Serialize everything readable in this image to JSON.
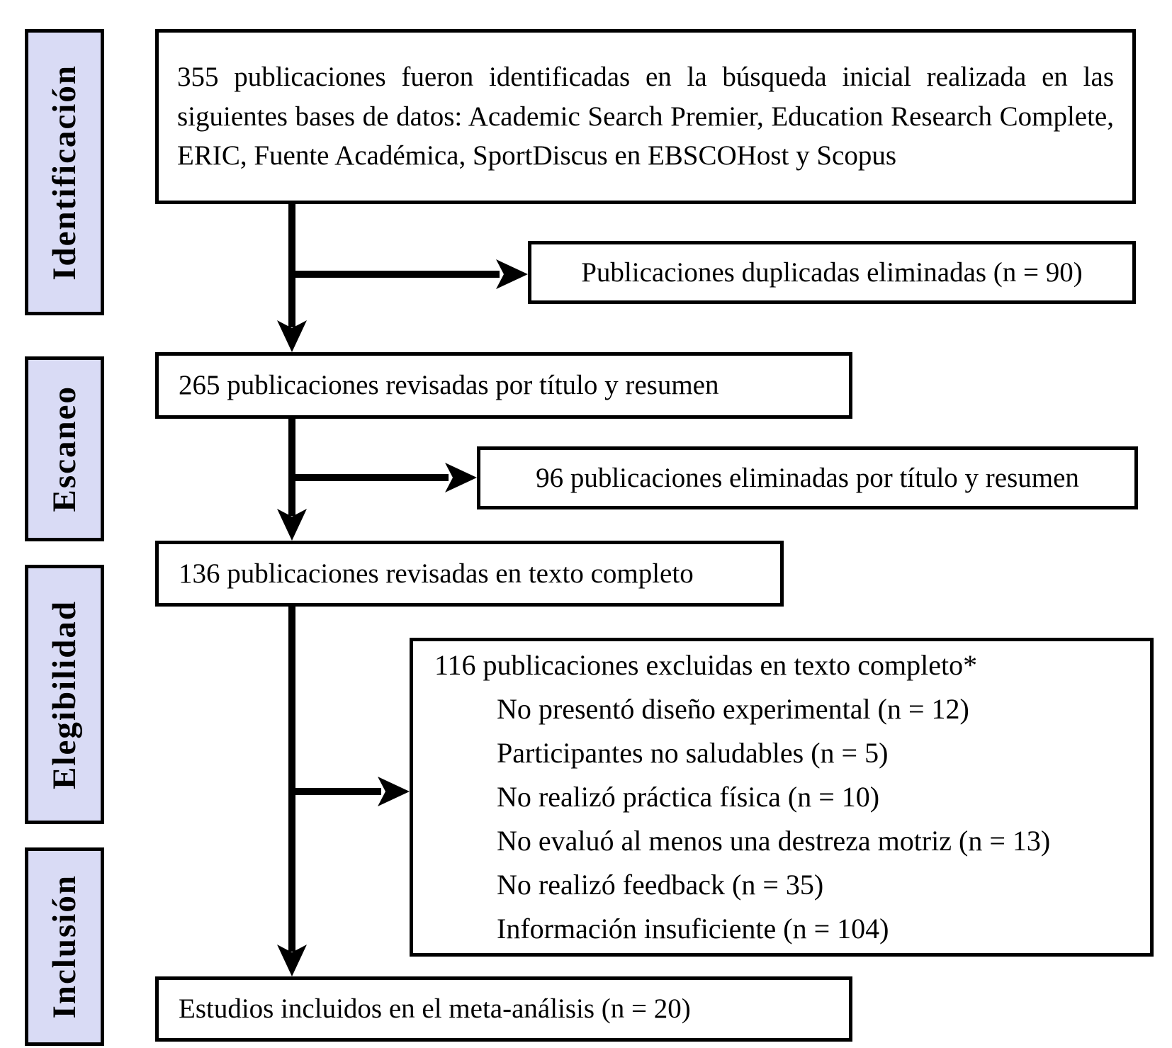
{
  "diagram": {
    "stages": [
      "Identificación",
      "Escaneo",
      "Elegibilidad",
      "Inclusión"
    ],
    "boxes": {
      "identified": "355 publicaciones fueron identificadas en la búsqueda inicial realizada en las siguientes bases de datos: Academic Search Premier, Education Research Complete, ERIC, Fuente Académica, SportDiscus en EBSCOHost y Scopus",
      "duplicates_removed": "Publicaciones duplicadas eliminadas (n = 90)",
      "screened_title_abstract": "265 publicaciones revisadas por título y resumen",
      "excluded_title_abstract": "96 publicaciones eliminadas por título y resumen",
      "fulltext_reviewed": "136 publicaciones revisadas en texto completo",
      "fulltext_excluded": {
        "title": "116 publicaciones excluidas en texto completo*",
        "reasons": [
          "No presentó diseño experimental (n = 12)",
          "Participantes no saludables (n = 5)",
          "No realizó práctica física (n = 10)",
          "No evaluó al menos una destreza motriz (n = 13)",
          "No realizó feedback (n = 35)",
          "Información insuficiente (n = 104)"
        ]
      },
      "included": "Estudios incluidos en el meta-análisis (n = 20)"
    },
    "colors": {
      "stage_fill": "#d9dbf5",
      "line": "#000000",
      "background": "#ffffff"
    }
  }
}
